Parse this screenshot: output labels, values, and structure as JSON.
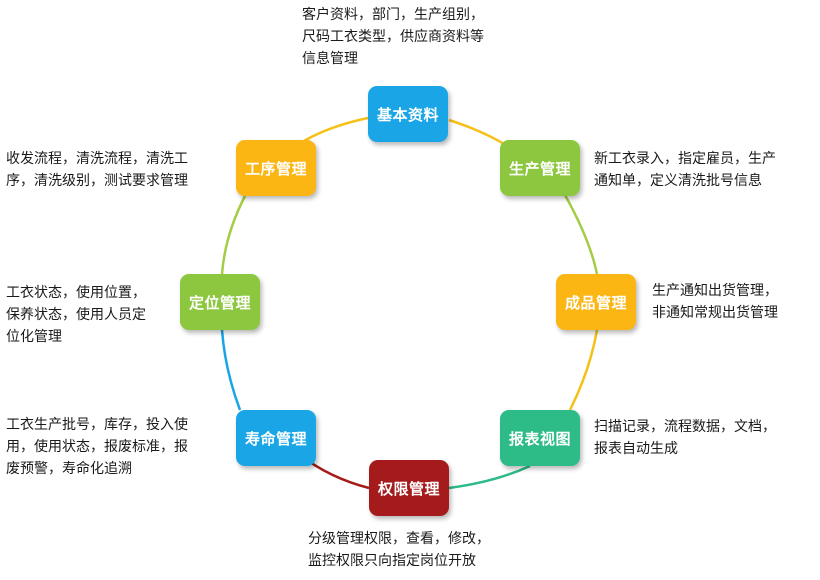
{
  "modules": [
    {
      "title": "基本资料",
      "color": "#1aa6e6",
      "description": "客户资料，部门，生产组别，\n尺码工衣类型，供应商资料等\n信息管理"
    },
    {
      "title": "生产管理",
      "color": "#8dc63f",
      "description": "新工衣录入，指定雇员，生产\n通知单，定义清洗批号信息"
    },
    {
      "title": "成品管理",
      "color": "#fbb614",
      "description": "生产通知出货管理，\n非通知常规出货管理"
    },
    {
      "title": "报表视图",
      "color": "#2dbb88",
      "description": "扫描记录，流程数据，文档，\n报表自动生成"
    },
    {
      "title": "权限管理",
      "color": "#a51b1b",
      "description": "分级管理权限，查看，修改，\n监控权限只向指定岗位开放"
    },
    {
      "title": "寿命管理",
      "color": "#1aa6e6",
      "description": "工衣生产批号，库存，投入使\n用，使用状态，报废标准，报\n废预警，寿命化追溯"
    },
    {
      "title": "定位管理",
      "color": "#8dc63f",
      "description": "工衣状态，使用位置，\n保养状态，使用人员定\n位化管理"
    },
    {
      "title": "工序管理",
      "color": "#fbb614",
      "description": "收发流程，清洗流程，清洗工\n序，清洗级别，测试要求管理"
    }
  ],
  "ring_arc_colors": [
    "#f5c018",
    "#2dbb88",
    "#f5c018",
    "#a3cd45",
    "#a51b1b",
    "#2dbb88",
    "#1aa6e6",
    "#a3cd45",
    "#1aa6e6",
    "#f5c018"
  ]
}
